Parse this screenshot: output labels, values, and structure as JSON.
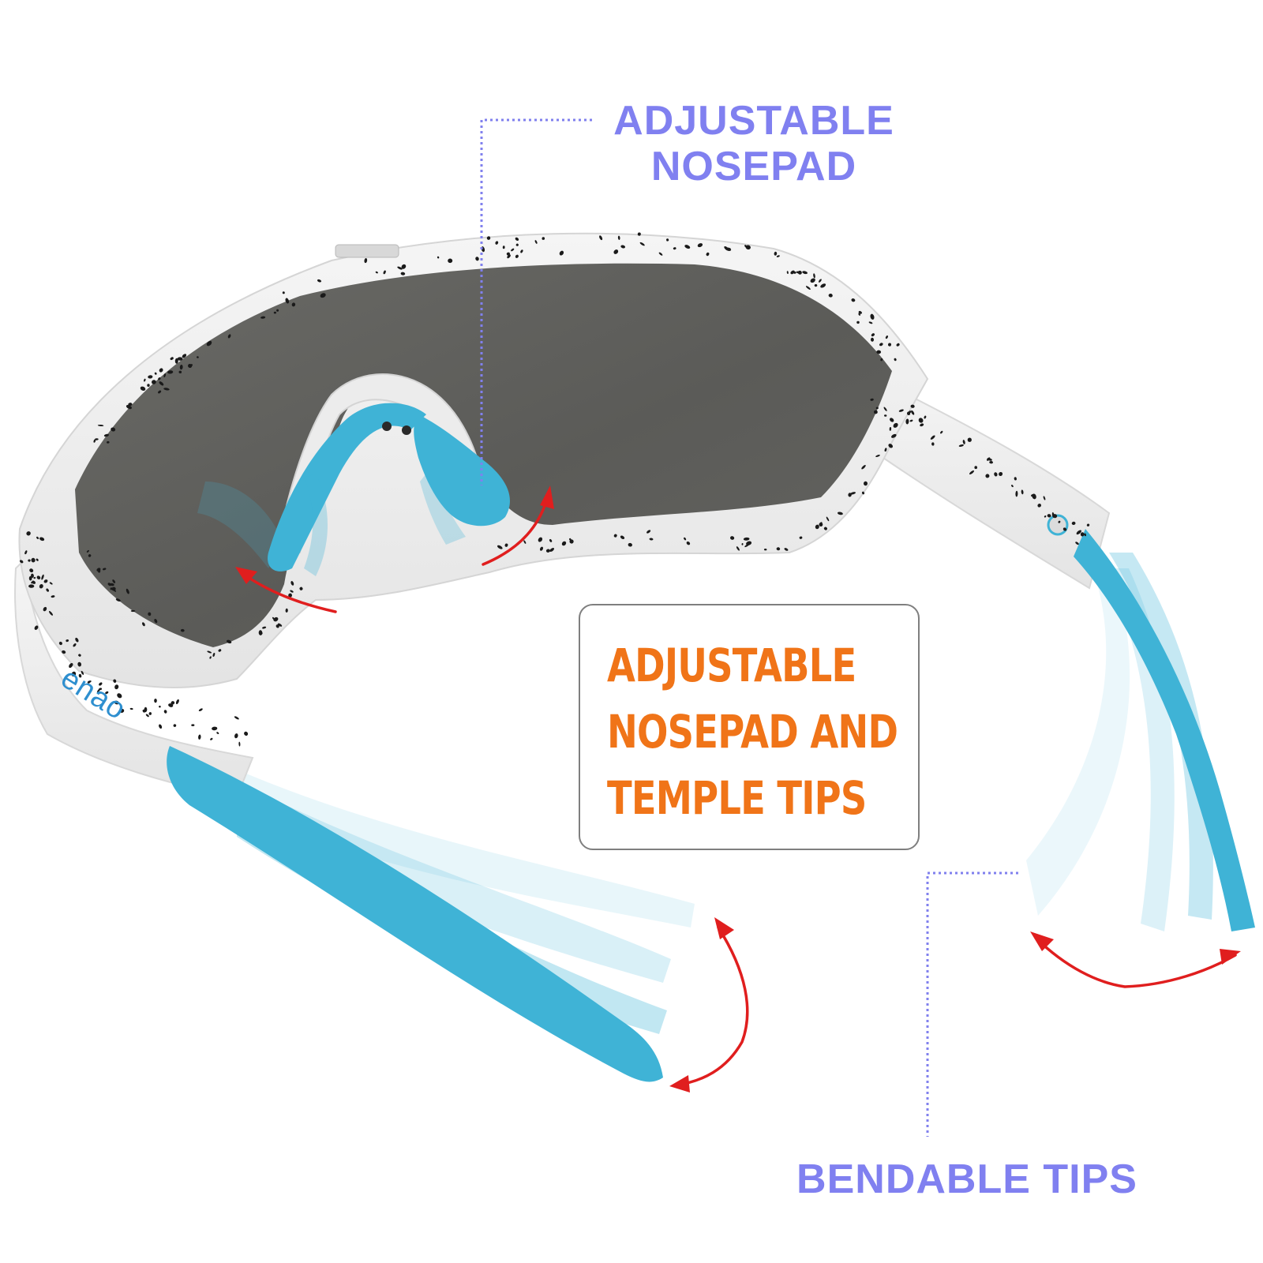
{
  "labels": {
    "nosepad": [
      "ADJUSTABLE",
      "NOSEPAD"
    ],
    "feature_box": [
      "ADJUSTABLE",
      "NOSEPAD AND",
      "TEMPLE TIPS"
    ],
    "bendable": "BENDABLE TIPS"
  },
  "logo": {
    "text": "enao"
  },
  "colors": {
    "label": "#8080f0",
    "feature_text": "#f07418",
    "leader_line": "#8080ee",
    "arrow": "#e01e1e",
    "frame": "#efefef",
    "speckle": "#1a1a1a",
    "lens": "#5d5d5a",
    "rubber": "#3fb3d6",
    "logo": "#2e8fcf"
  }
}
